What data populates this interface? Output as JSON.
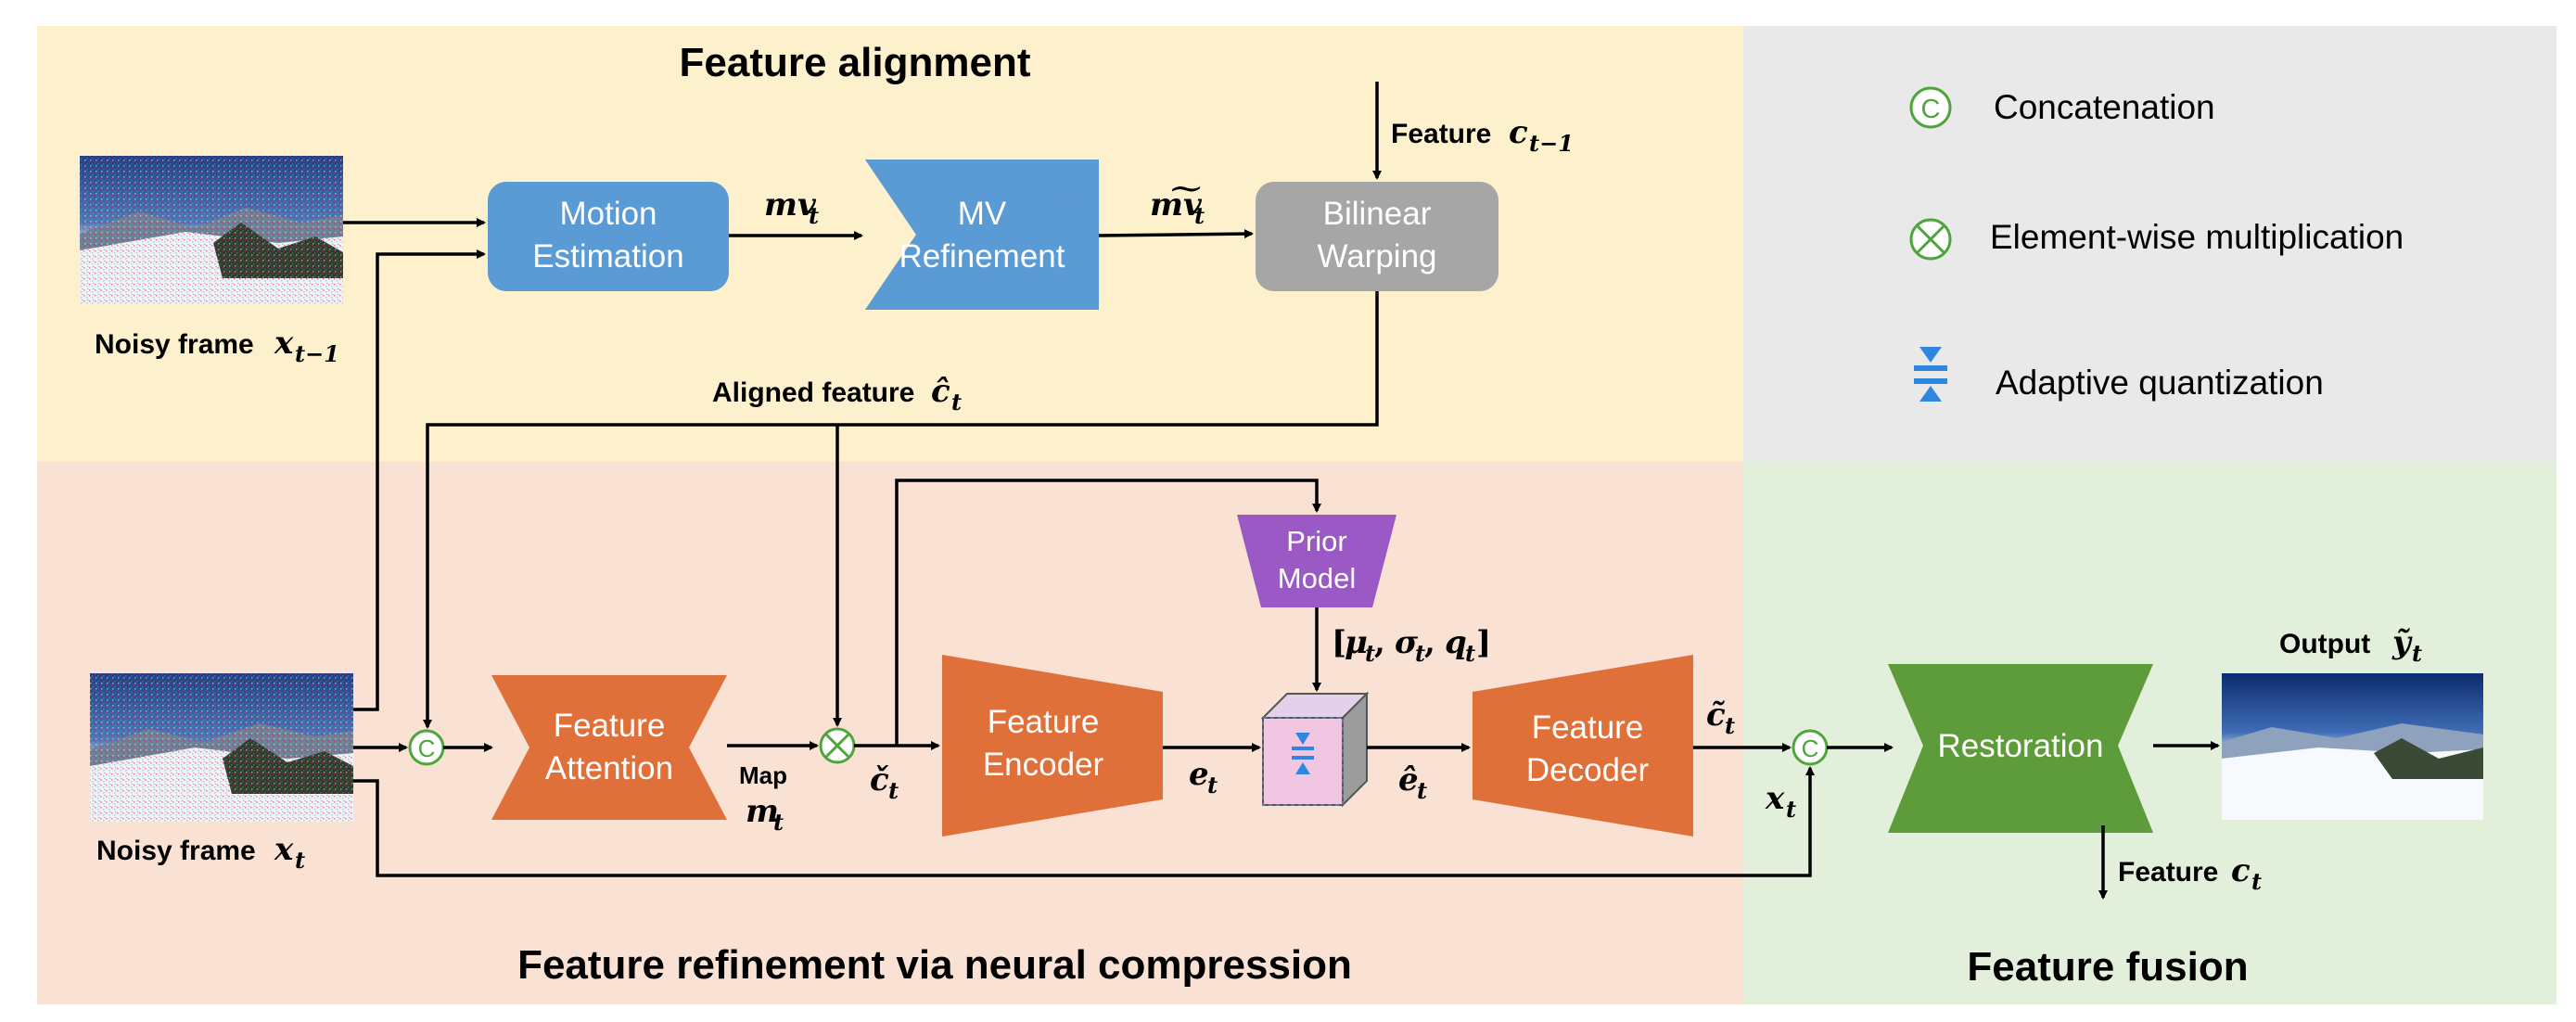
{
  "panels": {
    "alignment_title": "Feature alignment",
    "refinement_title": "Feature refinement via neural compression",
    "fusion_title": "Feature fusion"
  },
  "colors": {
    "alignment_bg": "#fdf1cd",
    "refinement_bg": "#f9e1d3",
    "legend_bg": "#e9e9e9",
    "fusion_bg": "#e2efda",
    "blue_block": "#5b9bd5",
    "gray_block": "#a6a6a6",
    "orange_block": "#e0703a",
    "green_block": "#5e9b3a",
    "purple_block": "#9b59c6",
    "legend_green": "#4ea53c",
    "quant_blue": "#2e86de"
  },
  "blocks": {
    "motion_estimation": [
      "Motion",
      "Estimation"
    ],
    "mv_refinement": [
      "MV",
      "Refinement"
    ],
    "bilinear_warping": [
      "Bilinear",
      "Warping"
    ],
    "prior_model": [
      "Prior",
      "Model"
    ],
    "feature_attention": [
      "Feature",
      "Attention"
    ],
    "feature_encoder": [
      "Feature",
      "Encoder"
    ],
    "feature_decoder": [
      "Feature",
      "Decoder"
    ],
    "restoration": "Restoration"
  },
  "labels": {
    "noisy_prev": "Noisy frame",
    "noisy_prev_math": "x",
    "noisy_prev_sub": "t−1",
    "noisy_cur": "Noisy frame",
    "noisy_cur_math": "x",
    "noisy_cur_sub": "t",
    "feature_prev": "Feature",
    "feature_prev_math": "c",
    "feature_prev_sub": "t−1",
    "aligned_feature": "Aligned feature",
    "aligned_feature_math": "ĉ",
    "aligned_feature_sub": "t",
    "mv": "mv",
    "mv_sub": "t",
    "mv_refined": "m͠v",
    "mv_refined_sub": "t",
    "map": "Map",
    "map_math": "m",
    "map_sub": "t",
    "c_check": "č",
    "c_check_sub": "t",
    "e": "e",
    "e_sub": "t",
    "e_hat": "ê",
    "e_hat_sub": "t",
    "c_tilde": "c̃",
    "c_tilde_sub": "t",
    "x_in": "x",
    "x_in_sub": "t",
    "prior_params": "[μ",
    "prior_params_full": [
      "[",
      "μ",
      "t",
      ", ",
      "σ",
      "t",
      ", ",
      "q",
      "t",
      "]"
    ],
    "output": "Output",
    "output_math": "ỹ",
    "output_sub": "t",
    "feature_cur": "Feature",
    "feature_cur_math": "c",
    "feature_cur_sub": "t"
  },
  "legend": {
    "concat_symbol": "C",
    "concat": "Concatenation",
    "multiply": "Element-wise multiplication",
    "quant": "Adaptive quantization"
  }
}
